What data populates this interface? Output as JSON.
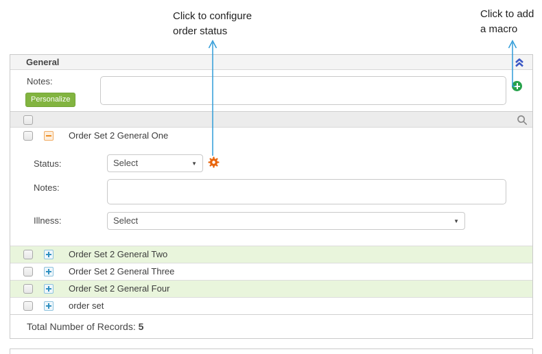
{
  "annotations": {
    "configure_status": {
      "line1": "Click to configure",
      "line2": "order status"
    },
    "add_macro": {
      "line1": "Click to add",
      "line2": "a macro"
    }
  },
  "general_section": {
    "title": "General",
    "notes_label": "Notes:",
    "personalize_button": "Personalize",
    "notes_value": ""
  },
  "order_form": {
    "status_label": "Status:",
    "status_value": "Select",
    "notes_label": "Notes:",
    "notes_value": "",
    "illness_label": "Illness:",
    "illness_value": "Select",
    "select_caret": "▼"
  },
  "table": {
    "rows": [
      {
        "label": "Order Set 2 General One",
        "expanded": true,
        "highlighted": false
      },
      {
        "label": "Order Set 2 General Two",
        "expanded": false,
        "highlighted": true
      },
      {
        "label": "Order Set 2 General Three",
        "expanded": false,
        "highlighted": false
      },
      {
        "label": "Order Set 2 General Four",
        "expanded": false,
        "highlighted": true
      },
      {
        "label": "order set",
        "expanded": false,
        "highlighted": false
      }
    ]
  },
  "footer": {
    "label": "Total Number of Records:",
    "count": "5"
  },
  "icons": {
    "collapse_section": "double-chevron-up-icon",
    "search": "search-icon",
    "add_macro": "green-plus-circle-icon",
    "configure_status": "orange-gear-icon",
    "row_collapse": "orange-minus-square-icon",
    "row_expand": "blue-plus-square-icon"
  },
  "colors": {
    "annotation_arrow": "#2f9bd8",
    "personalize_green": "#82b440",
    "row_highlight_green": "#e9f5dc",
    "gear_orange": "#e8650d",
    "add_green": "#28a24c",
    "chevron_blue": "#3a57c5",
    "tree_plus_blue": "#2e8fc0",
    "tree_minus_orange": "#ee8c1e",
    "header_gray": "#ececec"
  }
}
